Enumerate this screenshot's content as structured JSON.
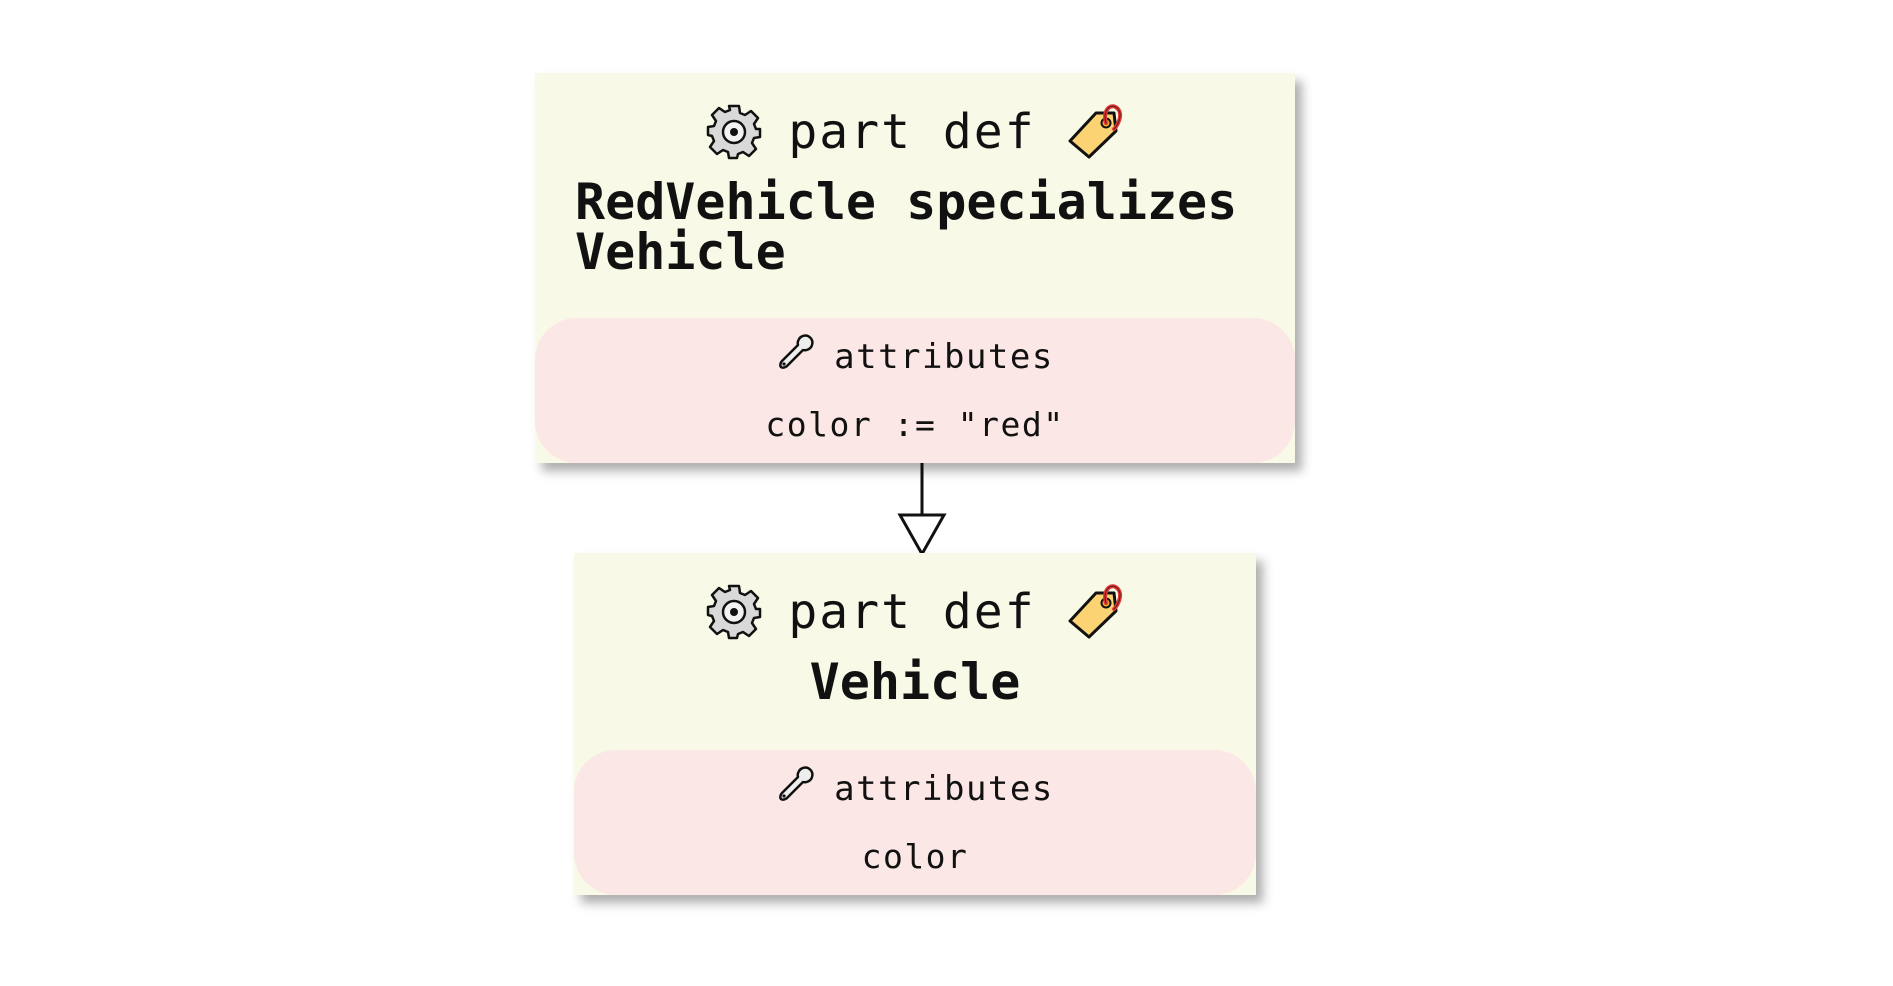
{
  "diagram": {
    "nodes": [
      {
        "id": "redvehicle",
        "keyword": "part def",
        "name": "RedVehicle specializes Vehicle",
        "compartment": {
          "title": "attributes",
          "value": "color := \"red\""
        }
      },
      {
        "id": "vehicle",
        "keyword": "part def",
        "name": "Vehicle",
        "compartment": {
          "title": "attributes",
          "value": "color"
        }
      }
    ],
    "edges": [
      {
        "from": "redvehicle",
        "to": "vehicle",
        "type": "specialization",
        "arrowhead": "hollow-triangle"
      }
    ],
    "icons": {
      "keyword_left": "gear-icon",
      "keyword_right": "tag-icon",
      "compartment": "wrench-icon"
    },
    "colors": {
      "node_fill": "#f8f9e6",
      "compartment_fill": "#fbe7e5",
      "tag_fill": "#fcd373",
      "tag_accent": "#e53935",
      "text": "#111111"
    }
  }
}
